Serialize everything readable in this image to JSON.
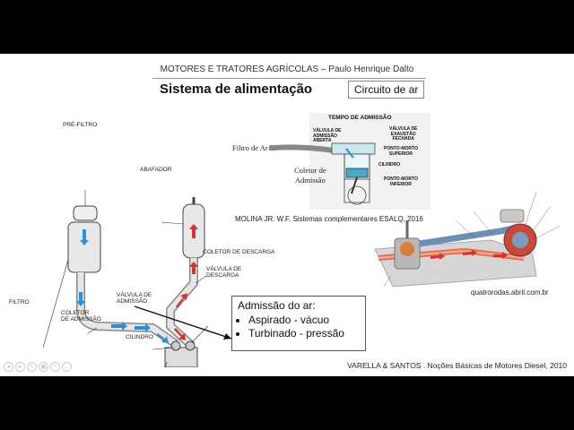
{
  "header": {
    "course_title": "MOTORES E TRATORES AGRÍCOLAS – Paulo Henrique Dalto"
  },
  "slide": {
    "title": "Sistema de alimentação",
    "subtitle_box": "Circuito de ar"
  },
  "left_diagram": {
    "labels": {
      "pre_filtro": "PRÉ-FILTRO",
      "abafador": "ABAFADOR",
      "filtro": "FILTRO",
      "coletor_descarga": "COLETOR DE DESCARGA",
      "valvula_descarga_1": "VÁLVULA DE",
      "valvula_descarga_2": "DESCARGA",
      "valvula_admissao_1": "VÁLVULA DE",
      "valvula_admissao_2": "ADMISSÃO",
      "coletor_admissao_1": "COLETOR",
      "coletor_admissao_2": "DE ADMISSÃO",
      "cilindro": "CILINDRO"
    },
    "colors": {
      "intake": "#2e8fd6",
      "exhaust": "#d9322b"
    }
  },
  "top_diagram": {
    "heading": "TEMPO DE ADMISSÃO",
    "filtro_label": "Filtro de Ar",
    "coletor_label_1": "Coletor de",
    "coletor_label_2": "Admissão",
    "valve_open_1": "VÁLVULA DE",
    "valve_open_2": "ADMISSÃO",
    "valve_open_3": "ABERTA",
    "valve_closed_1": "VÁLVULA DE",
    "valve_closed_2": "EXAUSTÃO",
    "valve_closed_3": "FECHADA",
    "pms_1": "PONTO-MORTO",
    "pms_2": "SUPERIOR",
    "cilindro": "CILINDRO",
    "pmi_1": "PONTO-MORTO",
    "pmi_2": "INFERIOR",
    "caption": "MOLINA JR. W.F. Sistemas complementares ESALQ, 2016"
  },
  "right_diagram": {
    "credit": "quatrorodas.abril.com.br"
  },
  "note_box": {
    "heading": "Admissão do ar:",
    "items": [
      "Aspirado - vácuo",
      "Turbinado - pressão"
    ]
  },
  "footer": {
    "reference": "VARELLA & SANTOS . Noções Básicas de Motores Diesel, 2010"
  },
  "nav_icons": [
    "previous-icon",
    "next-icon",
    "pen-icon",
    "slides-icon",
    "zoom-icon",
    "more-icon"
  ]
}
